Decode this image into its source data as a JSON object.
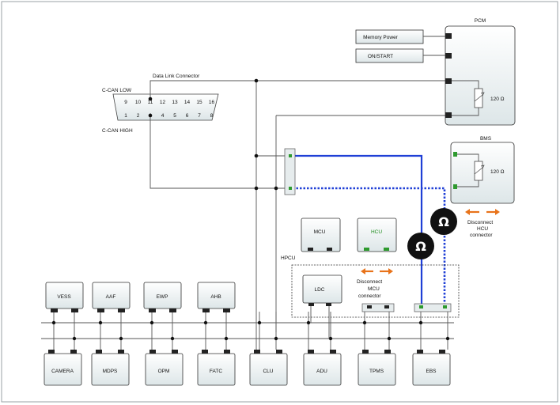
{
  "connector": {
    "title": "Data Link Connector",
    "can_low_label": "C-CAN LOW",
    "can_high_label": "C-CAN HIGH",
    "top_pins": [
      "9",
      "10",
      "11",
      "12",
      "13",
      "14",
      "15",
      "16"
    ],
    "bottom_pins": [
      "1",
      "2",
      "3",
      "4",
      "5",
      "6",
      "7",
      "8"
    ]
  },
  "pcm": {
    "name": "PCM",
    "resistor": "120 Ω",
    "inputs": [
      "Memory Power",
      "ON/START"
    ]
  },
  "bms": {
    "name": "BMS",
    "resistor": "120 Ω"
  },
  "hpcu": {
    "name": "HPCU",
    "modules": [
      "MCU",
      "HCU",
      "LDC"
    ],
    "disconnect_hcu": [
      "Disconnect",
      "HCU",
      "connector"
    ],
    "disconnect_mcu": [
      "Disconnect",
      "MCU",
      "connector"
    ]
  },
  "ohm_symbol": "Ω",
  "upper_modules": [
    "VESS",
    "AAF",
    "EWP",
    "AHB"
  ],
  "lower_modules": [
    "CAMERA",
    "MDPS",
    "OPM",
    "FATC",
    "CLU",
    "ADU",
    "TPMS",
    "EBS"
  ],
  "colors": {
    "can_high": "#1f3fd6",
    "can_low": "#1f3fd6",
    "arrow": "#e8731a",
    "pin_green": "#2e9a2e"
  }
}
